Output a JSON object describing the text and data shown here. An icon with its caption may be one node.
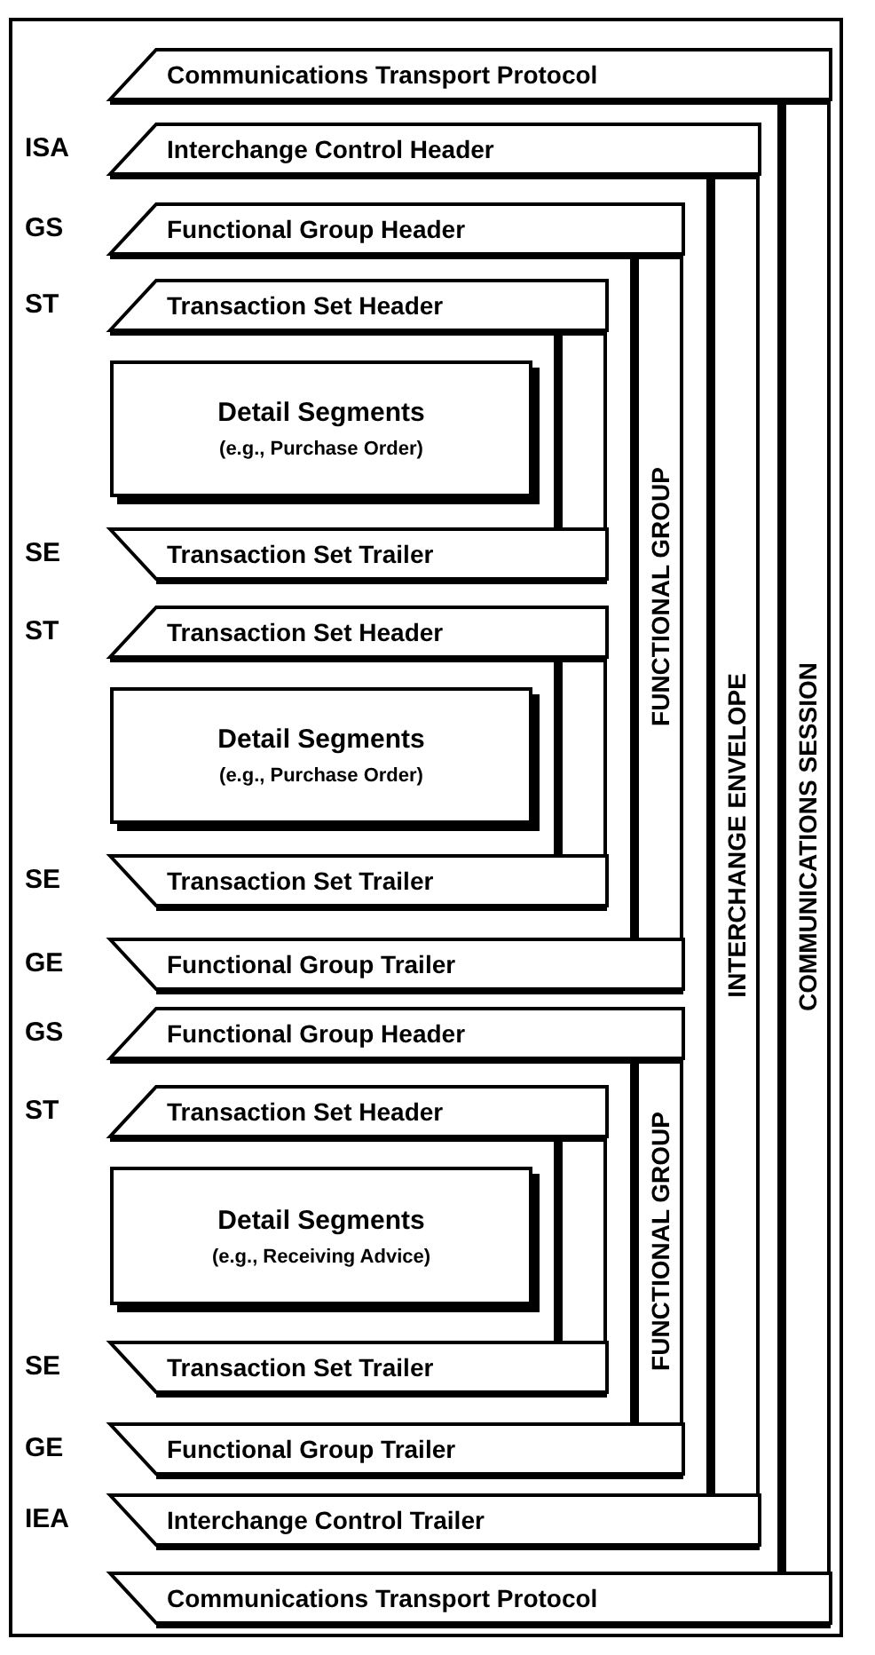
{
  "diagram": {
    "nodes": [
      {
        "text": [
          "COMMUNICATIONS SESSION"
        ]
      },
      {
        "text": [
          "Communications Transport Protocol"
        ],
        "in": 0
      },
      {
        "text": [
          "INTERCHANGE ENVELOPE"
        ],
        "in": 0
      },
      {
        "text": [
          "Interchange Control Header"
        ],
        "in": 2,
        "beside": [
          "ISA"
        ]
      },
      {
        "text": [
          "FUNCTIONAL GROUP"
        ],
        "in": 2
      },
      {
        "text": [
          "Functional Group Header"
        ],
        "in": 4,
        "beside": [
          "GS"
        ]
      },
      {
        "text": [],
        "shape": "box",
        "in": 4
      },
      {
        "text": [
          "Transaction Set Header"
        ],
        "in": 6,
        "beside": [
          "ST"
        ]
      },
      {
        "text": [
          "Detail Segments",
          "(e.g., Purchase Order)"
        ],
        "in": 6
      },
      {
        "text": [
          "Transaction Set Trailer"
        ],
        "in": 6,
        "beside": [
          "SE"
        ]
      },
      {
        "text": [],
        "shape": "box",
        "in": 4
      },
      {
        "text": [
          "Transaction Set Header"
        ],
        "in": 10,
        "beside": [
          "ST"
        ]
      },
      {
        "text": [
          "Detail Segments",
          "(e.g., Purchase Order)"
        ],
        "in": 10
      },
      {
        "text": [
          "Transaction Set Trailer"
        ],
        "in": 10,
        "beside": [
          "SE"
        ]
      },
      {
        "text": [
          "Functional Group Trailer"
        ],
        "in": 4,
        "beside": [
          "GE"
        ]
      },
      {
        "text": [
          "FUNCTIONAL GROUP"
        ],
        "in": 2
      },
      {
        "text": [
          "Functional Group Header"
        ],
        "in": 15,
        "beside": [
          "GS"
        ]
      },
      {
        "text": [],
        "shape": "box",
        "in": 15
      },
      {
        "text": [
          "Transaction Set Header"
        ],
        "in": 17,
        "beside": [
          "ST"
        ]
      },
      {
        "text": [
          "Detail Segments",
          "(e.g., Receiving Advice)"
        ],
        "in": 17
      },
      {
        "text": [
          "Transaction Set Trailer"
        ],
        "in": 17,
        "beside": [
          "SE"
        ]
      },
      {
        "text": [
          "Functional Group Trailer"
        ],
        "in": 15,
        "beside": [
          "GE"
        ]
      },
      {
        "text": [
          "Interchange Control Trailer"
        ],
        "in": 2,
        "beside": [
          "IEA"
        ]
      },
      {
        "text": [
          "Communications Transport Protocol"
        ],
        "in": 0
      }
    ]
  }
}
